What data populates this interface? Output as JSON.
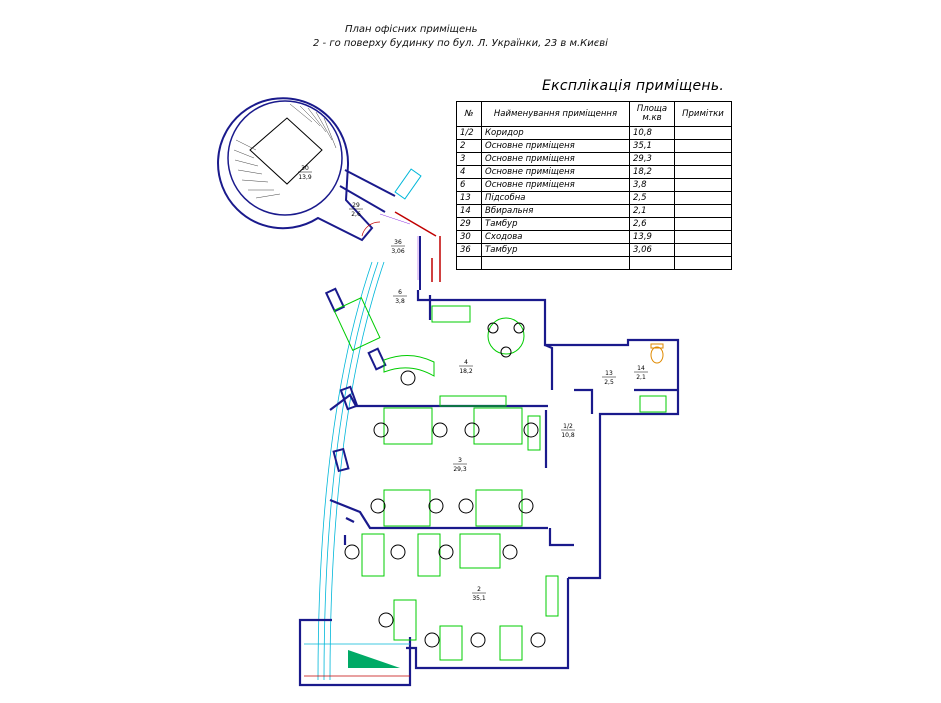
{
  "title": {
    "line1": "План офісних приміщень",
    "line2": "2 - го   поверху будинку   по бул. Л. Українки, 23 в м.Києві"
  },
  "explication": {
    "title": "Експлікація приміщень.",
    "headers": {
      "num": "№",
      "name": "Найменування   приміщення",
      "area_line1": "Площа",
      "area_line2": "м.кв",
      "notes": "Примітки"
    },
    "rows": [
      {
        "num": "1/2",
        "name": "Коридор",
        "area": "10,8"
      },
      {
        "num": "2",
        "name": "Основне приміщеня",
        "area": "35,1"
      },
      {
        "num": "3",
        "name": "Основне приміщеня",
        "area": "29,3"
      },
      {
        "num": "4",
        "name": "Основне приміщеня",
        "area": "18,2"
      },
      {
        "num": "6",
        "name": "Основне приміщеня",
        "area": "3,8"
      },
      {
        "num": "13",
        "name": "Підсобна",
        "area": "2,5"
      },
      {
        "num": "14",
        "name": "Вбиральня",
        "area": "2,1"
      },
      {
        "num": "29",
        "name": "Тамбур",
        "area": "2,6"
      },
      {
        "num": "30",
        "name": "Сходова",
        "area": "13,9"
      },
      {
        "num": "36",
        "name": "Тамбур",
        "area": "3,06"
      }
    ]
  },
  "room_labels": [
    {
      "num": "30",
      "area": "13,9"
    },
    {
      "num": "29",
      "area": "2,6"
    },
    {
      "num": "36",
      "area": "3,06"
    },
    {
      "num": "6",
      "area": "3,8"
    },
    {
      "num": "4",
      "area": "18,2"
    },
    {
      "num": "13",
      "area": "2,5"
    },
    {
      "num": "14",
      "area": "2,1"
    },
    {
      "num": "1/2",
      "area": "10,8"
    },
    {
      "num": "3",
      "area": "29,3"
    },
    {
      "num": "2",
      "area": "35,1"
    }
  ],
  "colors": {
    "walls": "#1a1a8c",
    "furniture": "#00cc00",
    "windows": "#00b7d9",
    "doors": "#c00000",
    "dimensions": "#8a2be2",
    "text": "#000000"
  }
}
